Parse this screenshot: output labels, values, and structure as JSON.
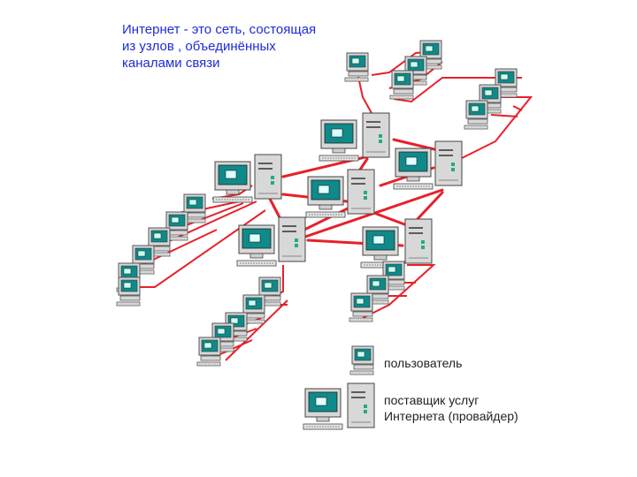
{
  "title": {
    "lines": [
      "Интернет - это сеть, состоящая",
      "из узлов , объединённых",
      "каналами связи"
    ]
  },
  "legend": {
    "user_label": "пользователь",
    "provider_label_line1": "поставщик услуг",
    "provider_label_line2": "Интернета (провайдер)"
  },
  "colors": {
    "link": "#e8202a",
    "title_text": "#1f2bd8",
    "monitor_screen": "#0f8a8a",
    "computer_body": "#d8d8d8"
  },
  "icons": {
    "user": "user-computer-icon",
    "server": "provider-server-icon"
  }
}
